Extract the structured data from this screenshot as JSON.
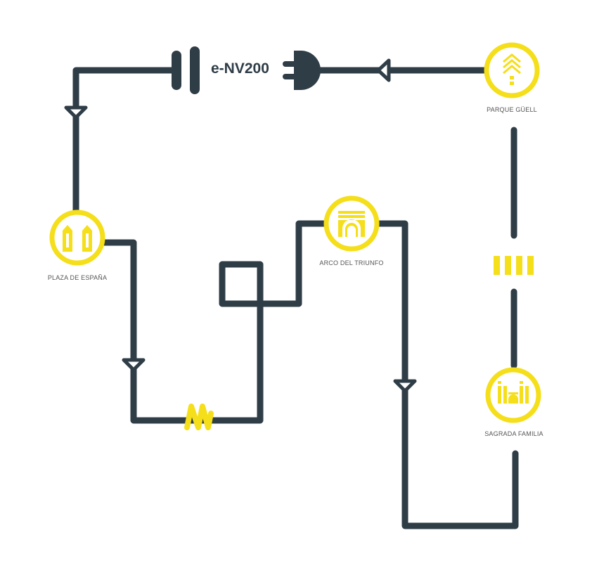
{
  "vehicle": "e-NV200",
  "stops": [
    {
      "name": "PARQUE GÜELL",
      "icon": "park-icon"
    },
    {
      "name": "PLAZA DE ESPAÑA",
      "icon": "towers-icon"
    },
    {
      "name": "ARCO DEL TRIUNFO",
      "icon": "arch-icon"
    },
    {
      "name": "SAGRADA FAMILIA",
      "icon": "cathedral-icon"
    }
  ],
  "colors": {
    "route": "#2f3d47",
    "accent": "#f5de1a"
  }
}
